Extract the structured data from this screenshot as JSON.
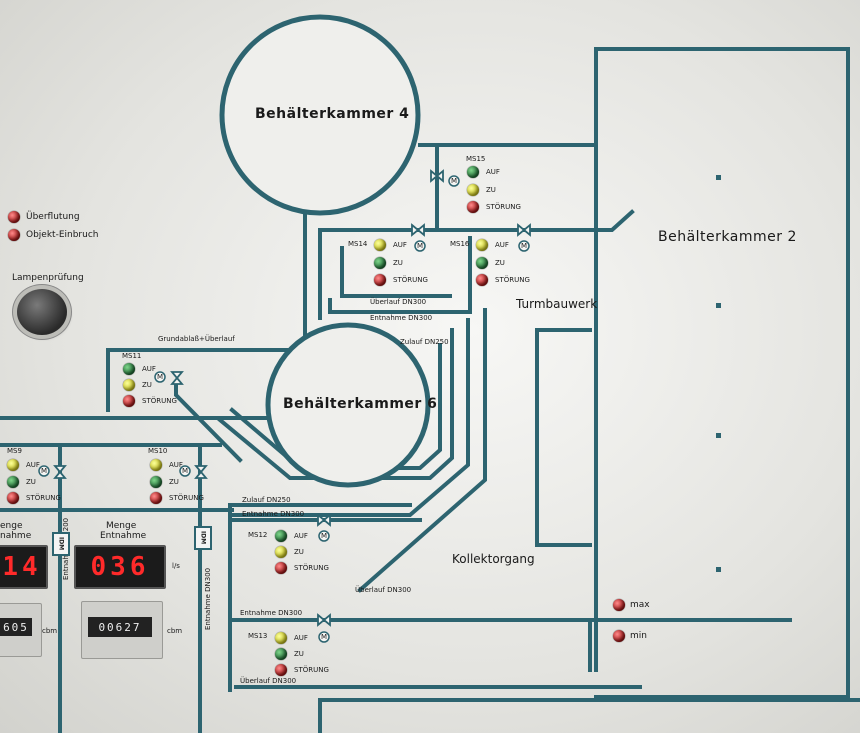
{
  "colors": {
    "pipe": "#2d6470",
    "lamp_red": "#b81c1c",
    "lamp_green": "#2a7f3f",
    "lamp_yellow": "#e6e23a",
    "display_text": "#ff2a2a"
  },
  "alarms": {
    "flood": "Überflutung",
    "intrusion": "Objekt-Einbruch"
  },
  "lamp_test": {
    "label": "Lampenprüfung"
  },
  "chambers": {
    "k4": "Behälterkammer 4",
    "k6": "Behälterkammer 6",
    "k2": "Behälterkammer 2"
  },
  "areas": {
    "tower": "Turmbauwerk",
    "collector": "Kollektorgang"
  },
  "pipes": {
    "ueberlauf_dn300": "Überlauf DN300",
    "entnahme_dn300": "Entnahme DN300",
    "zulauf_dn250": "Zulauf DN250",
    "grundablass": "Grundablaß+Überlauf",
    "entnahme_dn200": "Entnahme DN200",
    "entnahme_dn300_vert": "Entnahme DN300"
  },
  "valve_states": {
    "open": "AUF",
    "closed": "ZU",
    "fault": "STÖRUNG"
  },
  "valves": {
    "ms15": "MS15",
    "ms14": "MS14",
    "ms16": "MS16",
    "ms11": "MS11",
    "ms9": "MS9",
    "ms10": "MS10",
    "ms12": "MS12",
    "ms13": "MS13"
  },
  "motor_symbol": "M",
  "meters": {
    "left_label_1": "enge",
    "left_label_2": "nahme",
    "left_value": "14",
    "left_counter": "605",
    "right_label_1": "Menge",
    "right_label_2": "Entnahme",
    "right_value": "036",
    "right_unit": "l/s",
    "right_counter": "00627",
    "counter_unit": "cbm",
    "idm": "IDM"
  },
  "levels": {
    "max": "max",
    "min": "min"
  }
}
